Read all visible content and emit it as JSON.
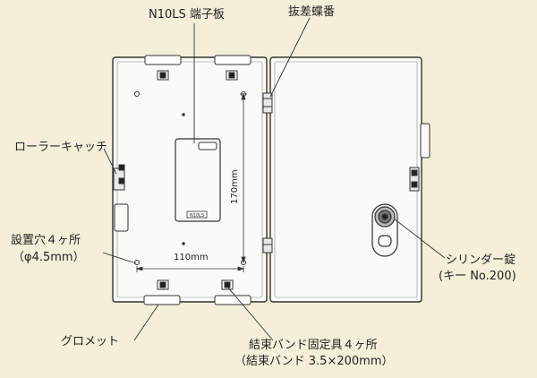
{
  "callouts": {
    "terminal_block": "N10LS 端子板",
    "hinge": "抜差蝶番",
    "roller_catch": "ローラーキャッチ",
    "mount_holes_line1": "設置穴４ヶ所",
    "mount_holes_line2": "（φ4.5mm）",
    "grommet": "グロメット",
    "band_fixture_line1": "結束バンド固定具４ヶ所",
    "band_fixture_line2": "（結束バンド 3.5×200mm）",
    "cylinder_lock_line1": "シリンダー錠",
    "cylinder_lock_line2": "(キー No.200)"
  },
  "dimensions": {
    "horizontal": "110mm",
    "vertical": "170mm"
  },
  "plate_marking": "N10LS",
  "colors": {
    "background": "#f3efd8",
    "panel": "#fafaf8",
    "line": "#333333"
  }
}
